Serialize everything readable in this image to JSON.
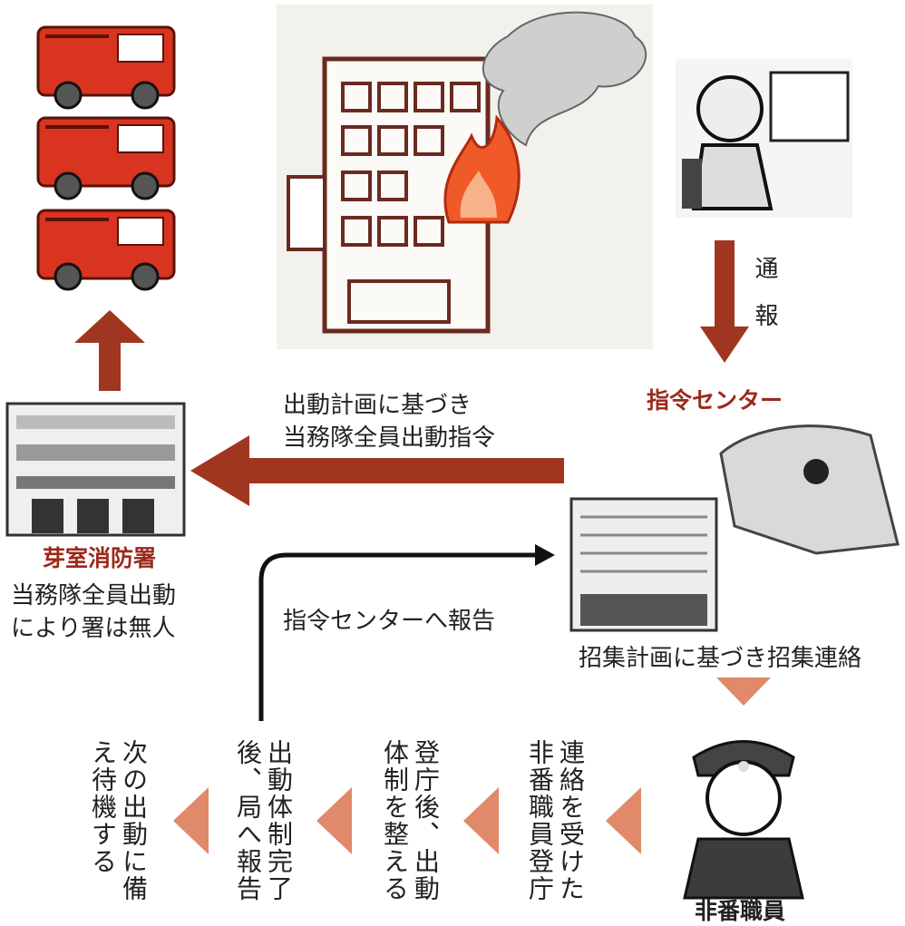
{
  "colors": {
    "arrow_red": "#a13620",
    "arrow_salmon": "#e0896b",
    "label_red": "#9b2a1c",
    "line_black": "#111111"
  },
  "report_vertical": "通報",
  "command_center": {
    "label": "指令センター"
  },
  "dispatch_order": {
    "line1": "出動計画に基づき",
    "line2": "当務隊全員出動指令"
  },
  "fire_station": {
    "name": "芽室消防署",
    "note_line1": "当務隊全員出動",
    "note_line2": "により署は無人"
  },
  "report_to_center": "指令センターへ報告",
  "call_up": "招集計画に基づき招集連絡",
  "off_duty_staff": "非番職員",
  "steps": [
    "連絡を受けた非番職員登庁",
    "登庁後、出動体制を整える",
    "出動体制完了後、局へ報告",
    "次の出動に備え待機する"
  ]
}
